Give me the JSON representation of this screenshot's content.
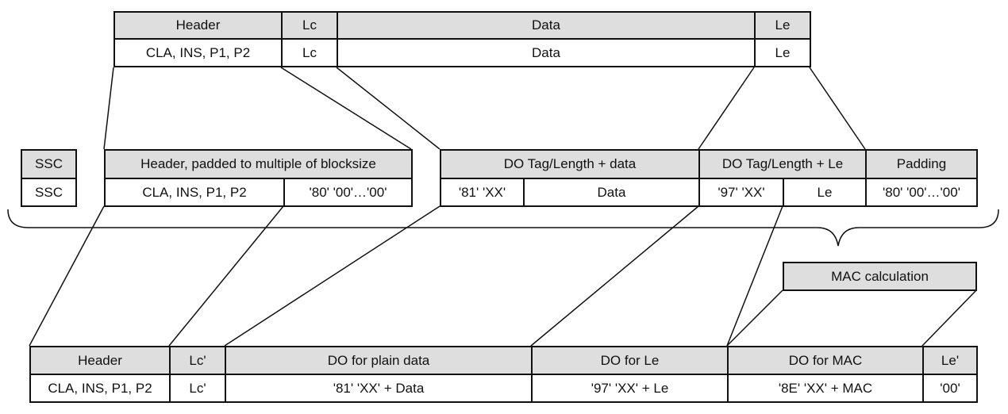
{
  "top_command": {
    "header_label": "Header",
    "lc_label": "Lc",
    "data_label": "Data",
    "le_label": "Le",
    "header_value": "CLA, INS, P1, P2",
    "lc_value": "Lc",
    "data_value": "Data",
    "le_value": "Le"
  },
  "mac_input": {
    "ssc_label": "SSC",
    "ssc_value": "SSC",
    "header_padded_label": "Header, padded to multiple of blocksize",
    "header_value": "CLA, INS, P1, P2",
    "header_padding_value": "'80' '00'…'00'",
    "do_data_label": "DO Tag/Length + data",
    "do_data_tag": "'81' 'XX'",
    "do_data_value": "Data",
    "do_le_label": "DO Tag/Length + Le",
    "do_le_tag": "'97' 'XX'",
    "do_le_value": "Le",
    "padding_label": "Padding",
    "padding_value": "'80' '00'…'00'"
  },
  "mac_calculation_label": "MAC calculation",
  "protected_command": {
    "header_label": "Header",
    "lc_label": "Lc'",
    "do_plain_label": "DO for plain data",
    "do_le_label": "DO for Le",
    "do_mac_label": "DO for MAC",
    "le_label": "Le'",
    "header_value": "CLA, INS, P1, P2",
    "lc_value": "Lc'",
    "do_plain_value": "'81' 'XX' + Data",
    "do_le_value": "'97' 'XX' + Le",
    "do_mac_value": "'8E' 'XX' + MAC",
    "le_value": "'00'"
  }
}
